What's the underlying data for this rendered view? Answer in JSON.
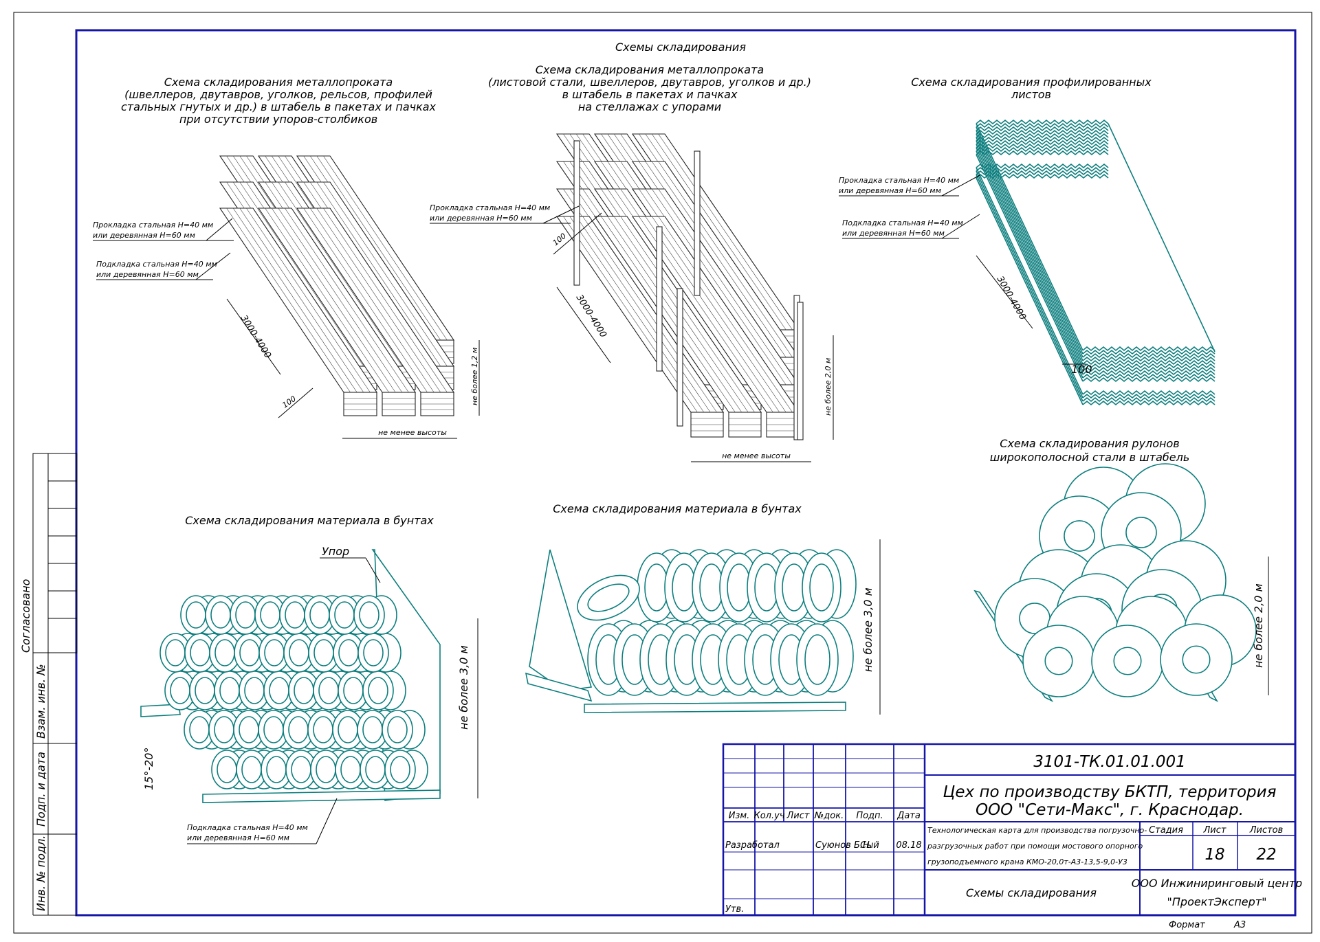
{
  "sheet": {
    "main_title": "Схемы складирования"
  },
  "schemes": {
    "s1_title_lines": [
      "Схема складирования металлопроката",
      "(швеллеров, двутавров, уголков, рельсов, профилей",
      "стальных гнутых и др.) в штабель в пакетах и пачках",
      "при отсутствии упоров-столбиков"
    ],
    "s1_spacer_lines": [
      "Прокладка стальная  Н=40 мм",
      "или деревянная Н=60 мм"
    ],
    "s1_base_lines": [
      "Подкладка стальная  Н=40 мм",
      "или деревянная Н=60 мм"
    ],
    "s1_length": "3000-4000",
    "s1_gap": "100",
    "s1_height": "не более 1,2 м",
    "s1_width": "не менее высоты",
    "s2_title_lines": [
      "Схема складирования металлопроката",
      "(листовой стали, швеллеров, двутавров, уголков и др.)",
      "в штабель в пакетах и пачках",
      "на стеллажах с упорами"
    ],
    "s2_spacer_lines": [
      "Прокладка стальная  Н=40 мм",
      "или деревянная Н=60 мм"
    ],
    "s2_gap": "100",
    "s2_length": "3000-4000",
    "s2_height": "не более 2,0 м",
    "s2_width": "не менее высоты",
    "s3_title_lines": [
      "Схема складирования профилированных",
      "листов"
    ],
    "s3_spacer_lines": [
      "Прокладка стальная  Н=40 мм",
      "или деревянная Н=60 мм"
    ],
    "s3_base_lines": [
      "Подкладка стальная  Н=40 мм",
      "или деревянная Н=60 мм"
    ],
    "s3_length": "3000-4000",
    "s3_gap": "100",
    "s4_title": "Схема складирования материала в бунтах",
    "s4_stop": "Упор",
    "s4_angle": "15°-20°",
    "s4_height": "не более 3,0 м",
    "s4_base_lines": [
      "Подкладка стальная  Н=40 мм",
      "или деревянная Н=60 мм"
    ],
    "s5_title": "Схема складирования материала в бунтах",
    "s5_height": "не более 3,0 м",
    "s6_title_lines": [
      "Схема складирования рулонов",
      "широкополосной стали в штабель"
    ],
    "s6_height": "не более 2,0 м"
  },
  "side_stamp": {
    "agreed": "Согласовано",
    "swap_inv": "Взам. инв. №",
    "sign_date": "Подп. и дата",
    "inv_orig": "Инв. № подл."
  },
  "title_block": {
    "doc_code": "3101-ТК.01.01.001",
    "project_lines": [
      "Цех по производству БКТП, территория",
      "ООО \"Сети-Макс\", г. Краснодар."
    ],
    "col_headers": [
      "Изм.",
      "Кол.уч",
      "Лист",
      "№док.",
      "Подп.",
      "Дата"
    ],
    "role": "Разработал",
    "person": "Суюнов Б.Н.",
    "signature": "Сый",
    "date": "08.18",
    "approved": "Утв.",
    "tech_lines": [
      "Технологическая карта для производства погрузочно-",
      "разгрузочных работ при помощи мостового опорного",
      "грузоподъемного крана КМО-20,0т-А3-13,5-9,0-У3"
    ],
    "stage_label": "Стадия",
    "sheet_label": "Лист",
    "sheets_label": "Листов",
    "sheet_no": "18",
    "sheets_total": "22",
    "sheet_name": "Схемы складирования",
    "org_lines": [
      "ООО Инжиниринговый центр",
      "\"ПроектЭксперт\""
    ],
    "format_label": "Формат",
    "format_value": "А3"
  }
}
